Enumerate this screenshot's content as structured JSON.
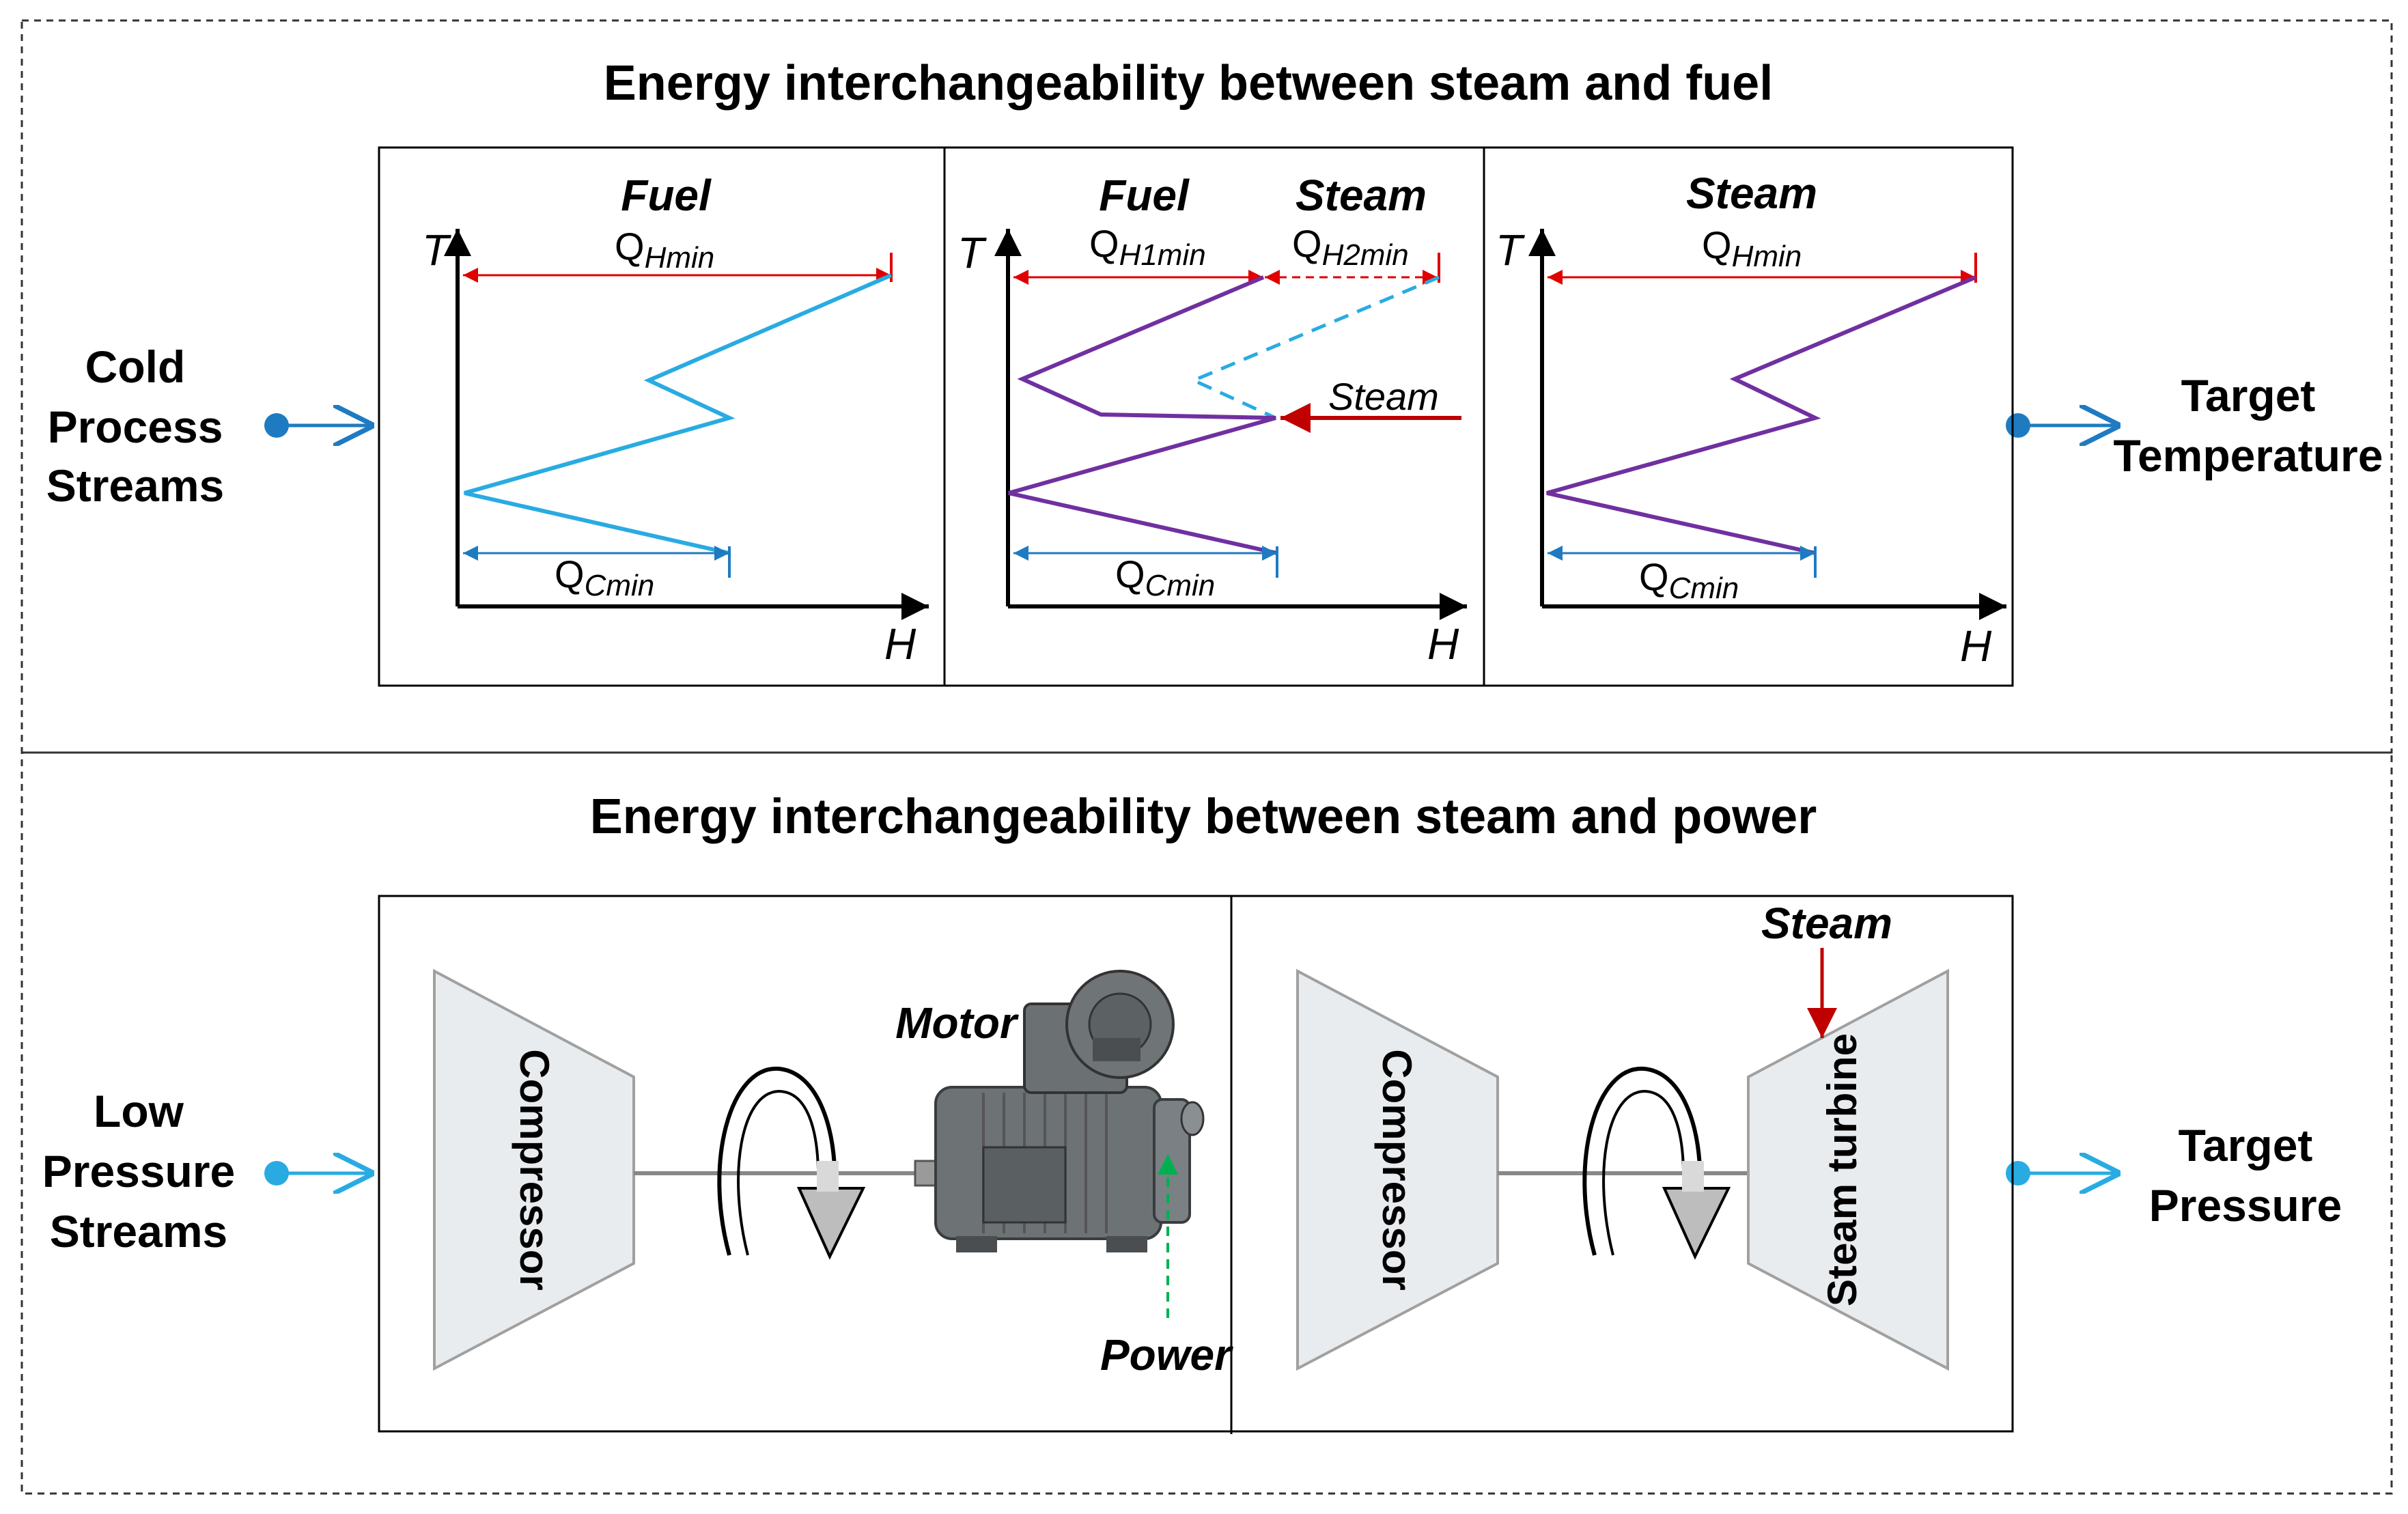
{
  "top": {
    "title": "Energy interchangeability between steam and fuel",
    "left_label": [
      "Cold",
      "Process",
      "Streams"
    ],
    "right_label": [
      "Target",
      "Temperature"
    ],
    "panels": [
      {
        "heading": "Fuel",
        "hot_util": {
          "main": "Q",
          "sub": "Hmin"
        },
        "cold_util": {
          "main": "Q",
          "sub": "Cmin"
        }
      },
      {
        "heading_fuel": "Fuel",
        "heading_steam": "Steam",
        "hot_util_1": {
          "main": "Q",
          "sub": "H1min"
        },
        "hot_util_2": {
          "main": "Q",
          "sub": "H2min"
        },
        "steam_input": "Steam",
        "cold_util": {
          "main": "Q",
          "sub": "Cmin"
        }
      },
      {
        "heading": "Steam",
        "hot_util": {
          "main": "Q",
          "sub": "Hmin"
        },
        "cold_util": {
          "main": "Q",
          "sub": "Cmin"
        }
      }
    ],
    "axis_y": "T",
    "axis_x": "H"
  },
  "bottom": {
    "title": "Energy interchangeability between steam and power",
    "left_label": [
      "Low",
      "Pressure",
      "Streams"
    ],
    "right_label": [
      "Target",
      "Pressure"
    ],
    "compressor_label": "Compressor",
    "motor_label": "Motor",
    "power_label": "Power",
    "steam_label": "Steam",
    "turbine_label": "Steam turbine"
  },
  "colors": {
    "cold_stream": "#29abe2",
    "composite": "#7030a0",
    "hot_util": "#e00000",
    "cold_util": "#1f7bc1",
    "steam_arrow": "#c00000",
    "power_arrow": "#00b050",
    "flow_arrow": "#1f7bc1"
  }
}
